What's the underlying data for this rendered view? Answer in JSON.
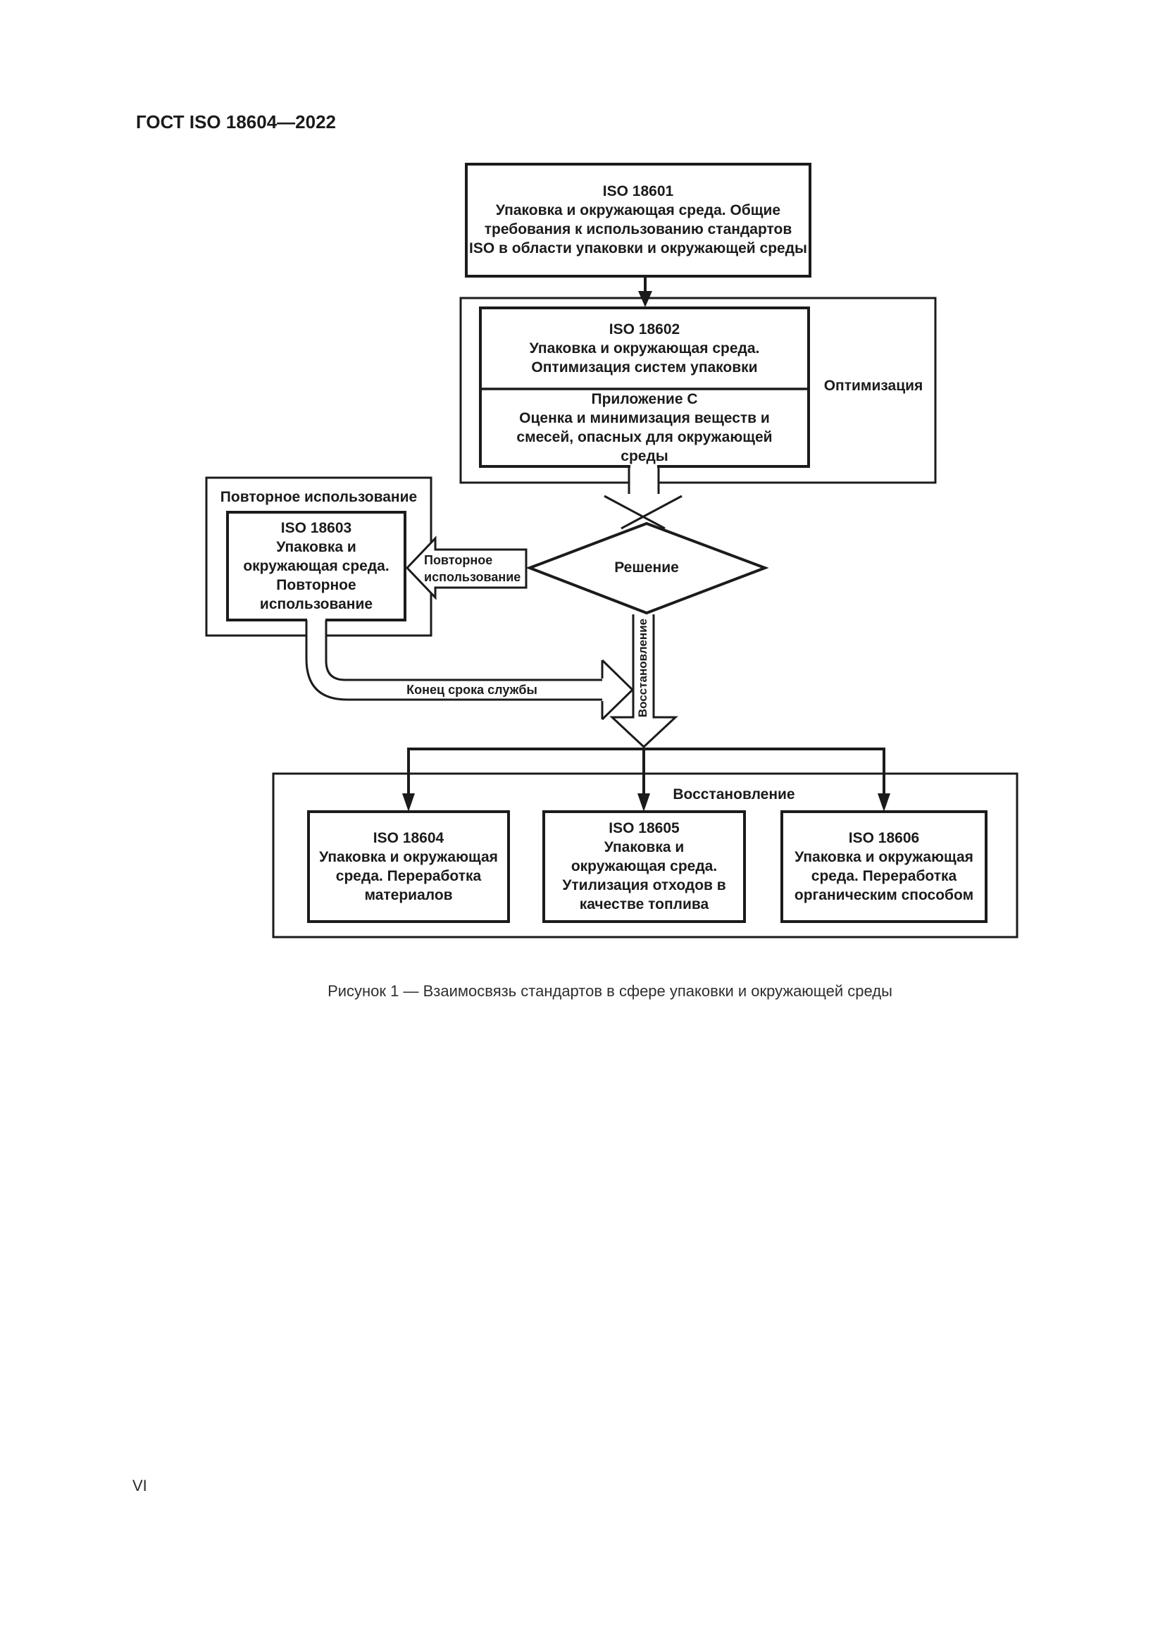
{
  "page": {
    "header": "ГОСТ ISO 18604—2022",
    "page_number": "VI",
    "caption": "Рисунок 1 — Взаимосвязь стандартов в сфере упаковки и окружающей среды"
  },
  "figure": {
    "iso18601": "ISO 18601\nУпаковка и окружающая среда. Общие\nтребования к использованию стандартов\nISO в области упаковки и окружающей среды",
    "iso18602": "ISO 18602\nУпаковка и окружающая среда.\nОптимизация систем упаковки",
    "annex_c": "Приложение C\nОценка и минимизация веществ и\nсмесей, опасных для окружающей\nсреды",
    "optimization_label": "Оптимизация",
    "reuse_group_label": "Повторное использование",
    "iso18603": "ISO 18603\nУпаковка и\nокружающая среда.\nПовторное\nиспользование",
    "reuse_arrow_label": "Повторное\nиспользование",
    "decision": "Решение",
    "recovery_vertical_label": "Восстановление",
    "end_of_life_label": "Конец срока службы",
    "recovery_group_label": "Восстановление",
    "iso18604": "ISO 18604\nУпаковка и окружающая\nсреда. Переработка\nматериалов",
    "iso18605": "ISO 18605\nУпаковка и\nокружающая среда.\nУтилизация отходов в\nкачестве топлива",
    "iso18606": "ISO 18606\nУпаковка и окружающая\nсреда. Переработка\nорганическим способом"
  }
}
